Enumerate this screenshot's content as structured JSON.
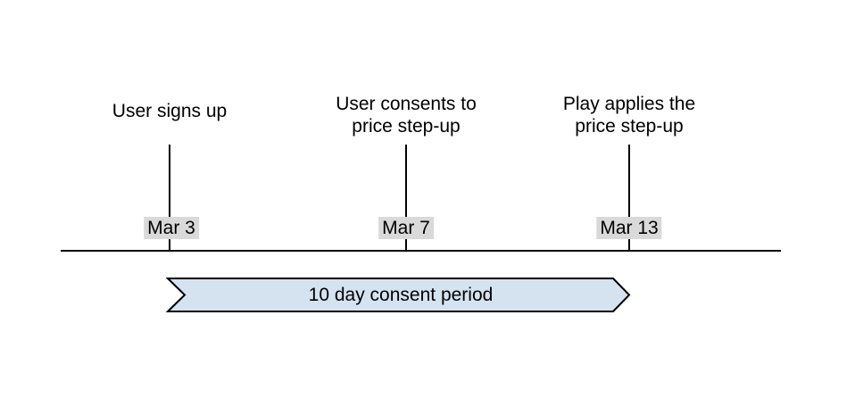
{
  "diagram": {
    "type": "timeline",
    "events": [
      {
        "lines": [
          "User signs up"
        ],
        "date": "Mar 3"
      },
      {
        "lines": [
          "User consents to",
          "price step-up"
        ],
        "date": "Mar 7"
      },
      {
        "lines": [
          "Play applies the",
          "price step-up"
        ],
        "date": "Mar 13"
      }
    ],
    "period": {
      "label": "10 day consent period"
    },
    "colors": {
      "arrow_fill": "#d5e3f1",
      "arrow_stroke": "#000000",
      "date_badge_bg": "#d9d9d9",
      "line": "#000000",
      "text": "#000000"
    }
  }
}
